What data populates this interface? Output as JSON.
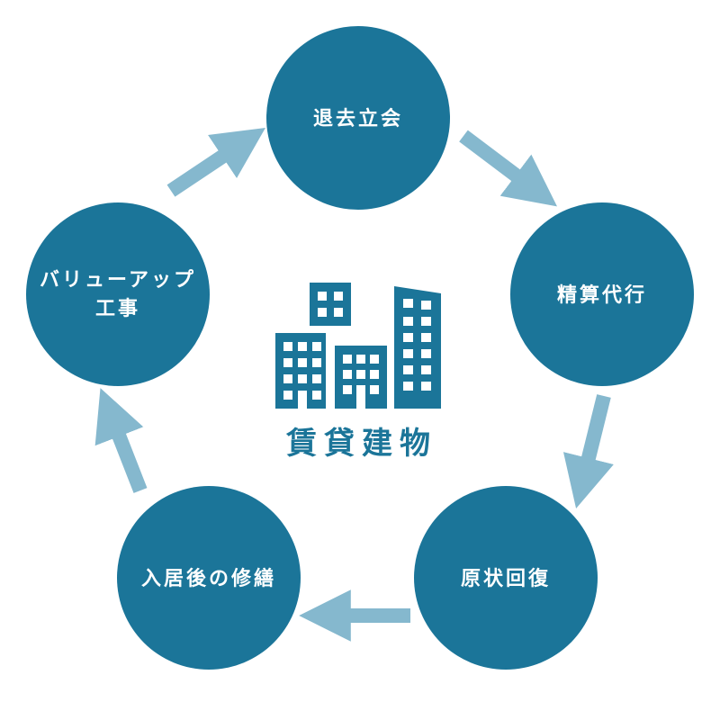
{
  "colors": {
    "circle": "#1b7599",
    "arrow": "#85b8ce",
    "building": "#1b7599",
    "window": "#ffffff",
    "label_text": "#ffffff",
    "center_text": "#1b7599"
  },
  "center": {
    "icon": "buildings-icon",
    "label": "賃貸建物"
  },
  "cycle": {
    "steps": [
      {
        "id": "move-out",
        "lines": [
          "退去立会"
        ]
      },
      {
        "id": "settlement",
        "lines": [
          "精算代行"
        ]
      },
      {
        "id": "restoration",
        "lines": [
          "原状回復"
        ]
      },
      {
        "id": "repair",
        "lines": [
          "入居後の修繕"
        ]
      },
      {
        "id": "value-up",
        "lines": [
          "バリューアップ",
          "工事"
        ]
      }
    ]
  }
}
